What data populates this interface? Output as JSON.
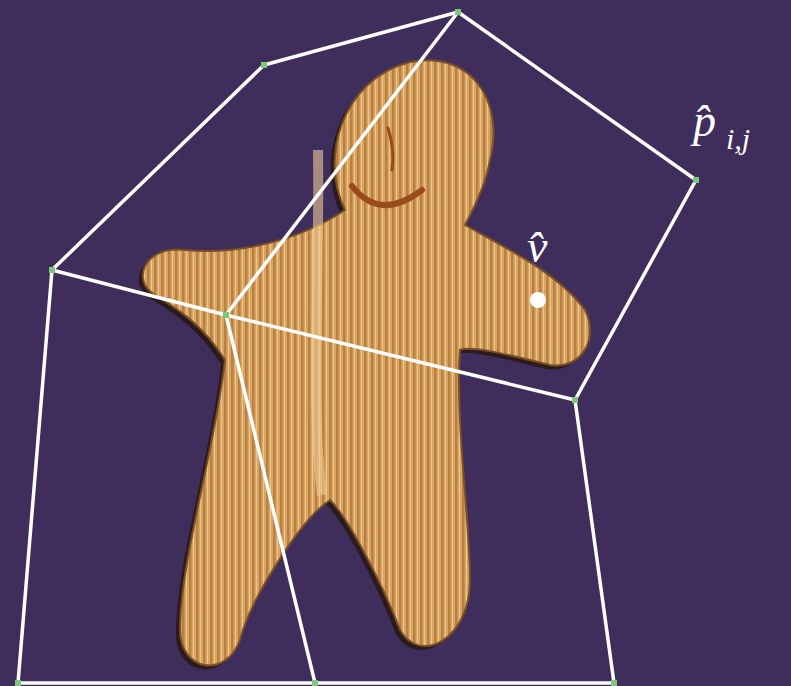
{
  "diagram": {
    "labels": [
      "p̂",
      "i,j",
      "v̂"
    ]
  }
}
